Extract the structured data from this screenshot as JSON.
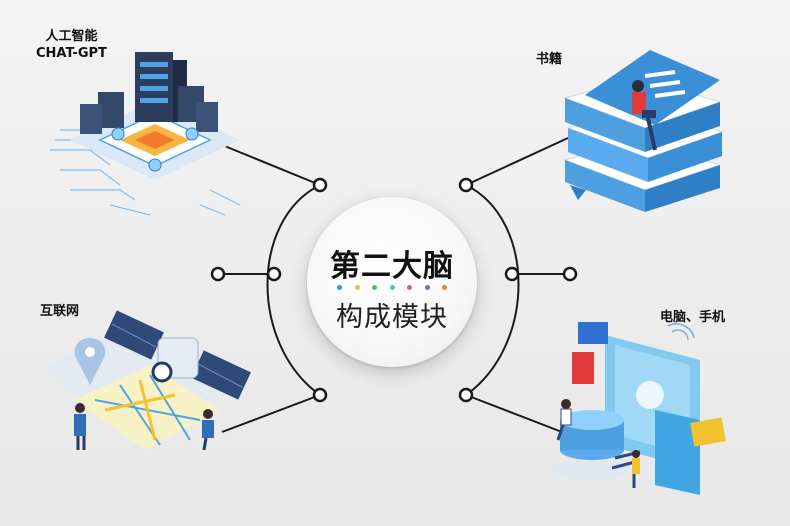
{
  "center": {
    "title": "第二大脑",
    "subtitle": "构成模块",
    "dot_colors": [
      "#3d8fe0",
      "#e0c23d",
      "#55c25a",
      "#4fc3c8",
      "#e05a8c",
      "#8b5ad6",
      "#e08a3d"
    ]
  },
  "nodes": {
    "ai": {
      "label_line1": "人工智能",
      "label_line2": "CHAT-GPT",
      "icon": "server-datacenter-icon"
    },
    "books": {
      "label": "书籍",
      "icon": "stacked-books-icon"
    },
    "internet": {
      "label": "互联网",
      "icon": "satellite-map-icon"
    },
    "devices": {
      "label": "电脑、手机",
      "icon": "voice-assistant-phone-icon"
    }
  },
  "colors": {
    "connector": "#1a1a1a",
    "accent_blue": "#3a8fd6",
    "accent_red": "#e23b3b",
    "accent_yellow": "#f2c230"
  }
}
